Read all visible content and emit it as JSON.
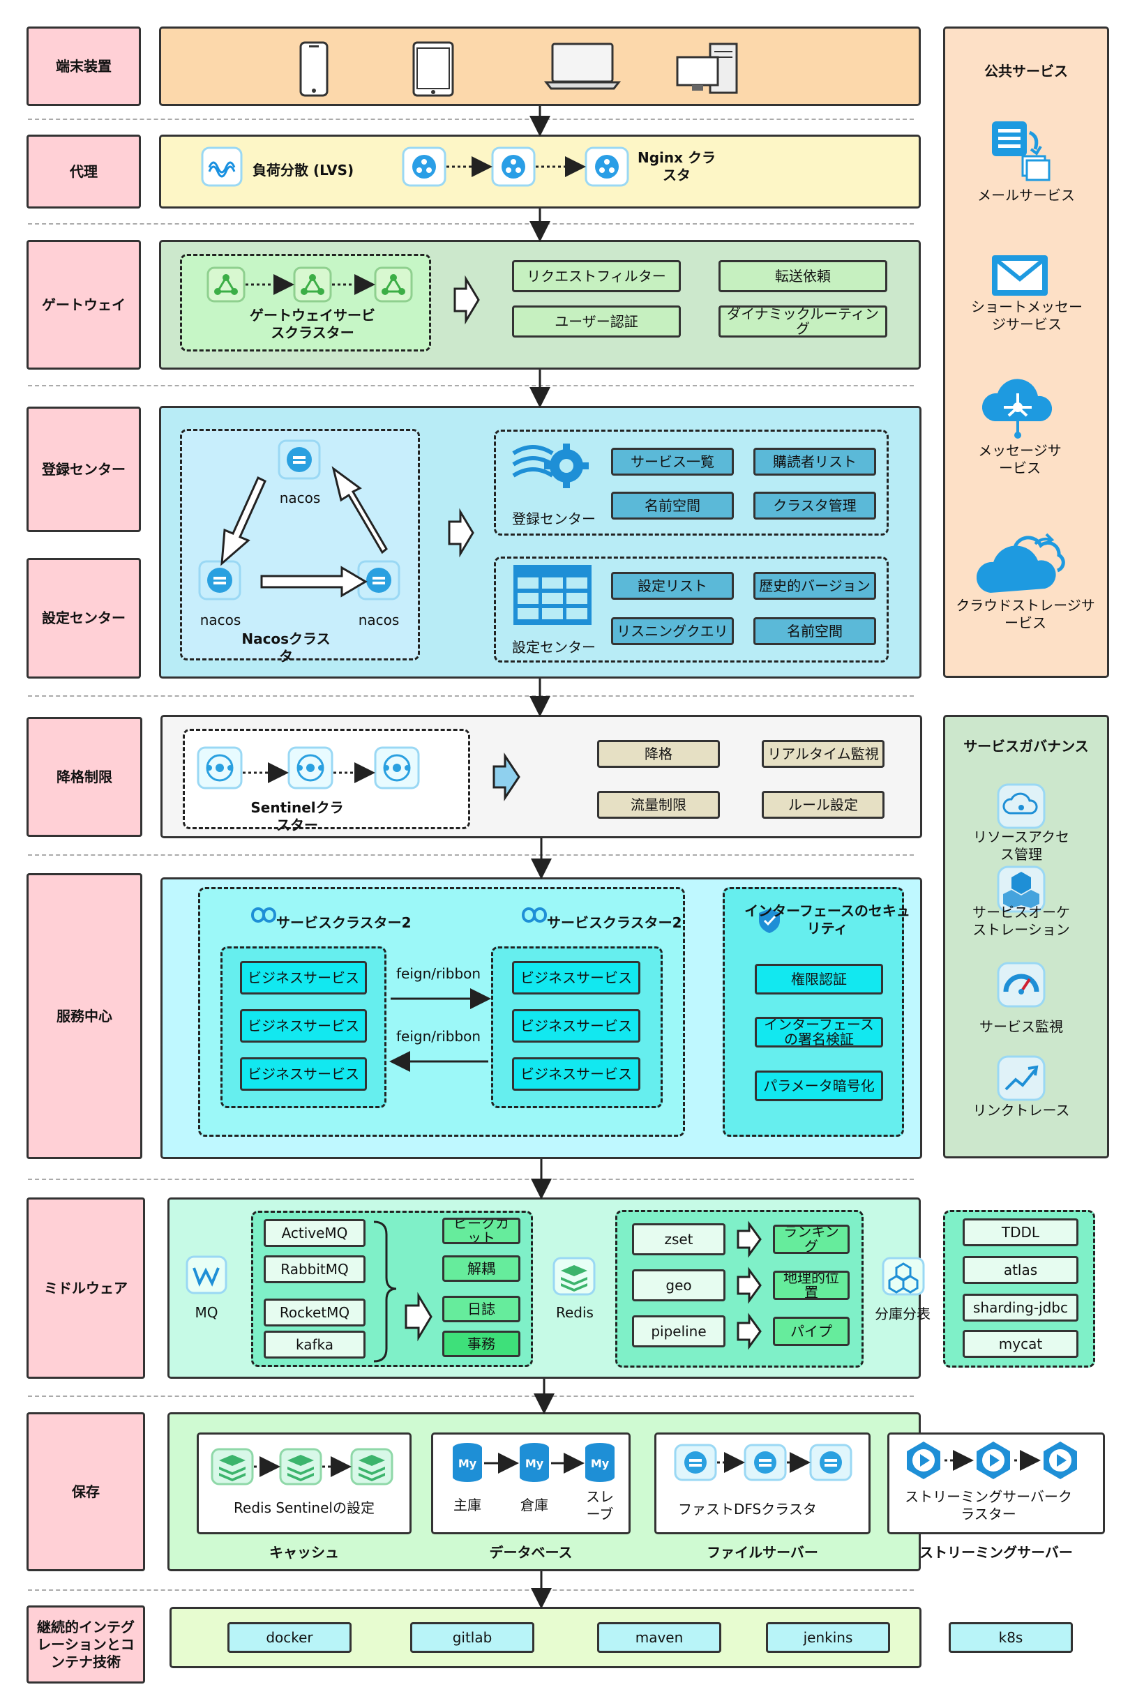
{
  "labels": {
    "terminal": "端末装置",
    "proxy": "代理",
    "gateway": "ゲートウェイ",
    "registry": "登録センター",
    "config": "設定センター",
    "degrade": "降格制限",
    "service": "服務中心",
    "middleware": "ミドルウェア",
    "storage": "保存",
    "ci": "継続的インテグレーションとコンテナ技術"
  },
  "proxy": {
    "lvs": "負荷分散 (LVS)",
    "nginx": "Nginx クラスタ"
  },
  "gateway": {
    "cluster": "ゲートウェイサービスクラスター",
    "features": [
      "リクエストフィルター",
      "転送依頼",
      "ユーザー認証",
      "ダイナミックルーティング"
    ]
  },
  "nacos": {
    "node": "nacos",
    "cluster": "Nacosクラスタ",
    "registry": {
      "title": "登録センター",
      "items": [
        "サービス一覧",
        "購読者リスト",
        "名前空間",
        "クラスタ管理"
      ]
    },
    "config": {
      "title": "設定センター",
      "items": [
        "設定リスト",
        "歴史的バージョン",
        "リスニングクエリ",
        "名前空間"
      ]
    }
  },
  "sentinel": {
    "cluster": "Sentinelクラスター",
    "items": [
      "降格",
      "リアルタイム監視",
      "流量制限",
      "ルール設定"
    ]
  },
  "service": {
    "cluster_left": "サービスクラスター2",
    "cluster_right": "サービスクラスター2",
    "biz": "ビジネスサービス",
    "call": "feign/ribbon",
    "security": {
      "title": "インターフェースのセキュリティ",
      "items": [
        "権限認証",
        "インターフェースの署名検証",
        "パラメータ暗号化"
      ]
    }
  },
  "middleware": {
    "mq": {
      "label": "MQ",
      "items": [
        "ActiveMQ",
        "RabbitMQ",
        "RocketMQ",
        "kafka"
      ],
      "uses": [
        "ピークカット",
        "解耦",
        "日誌",
        "事務"
      ]
    },
    "redis": {
      "label": "Redis",
      "items": [
        "zset",
        "geo",
        "pipeline"
      ],
      "uses": [
        "ランキング",
        "地理的位置",
        "パイプ"
      ]
    },
    "sharding": {
      "label": "分庫分表",
      "items": [
        "TDDL",
        "atlas",
        "sharding-jdbc",
        "mycat"
      ]
    }
  },
  "storage": {
    "cache": {
      "caption": "Redis Sentinelの設定",
      "title": "キャッシュ"
    },
    "database": {
      "master": "主庫",
      "warehouse": "倉庫",
      "slave": "スレーブ",
      "title": "データベース"
    },
    "file": {
      "caption": "ファストDFSクラスタ",
      "title": "ファイルサーバー"
    },
    "stream": {
      "caption": "ストリーミングサーバークラスター",
      "title": "ストリーミングサーバー"
    }
  },
  "ci": {
    "tools": [
      "docker",
      "gitlab",
      "maven",
      "jenkins",
      "k8s"
    ]
  },
  "public": {
    "title": "公共サービス",
    "items": [
      "メールサービス",
      "ショートメッセージサービス",
      "メッセージサービス",
      "クラウドストレージサービス"
    ]
  },
  "governance": {
    "title": "サービスガバナンス",
    "items": [
      "リソースアクセス管理",
      "サービスオーケストレーション",
      "サービス監視",
      "リンクトレース"
    ]
  },
  "colors": {
    "label": "#ffd0d6",
    "terminal": "#fcd8ab",
    "proxy": "#fdf6c6",
    "gateway": "#cce8cc",
    "nacos": "#b8ecf6",
    "sentinel": "#f5f5f5",
    "service": "#bff8ff",
    "middleware": "#c6fae6",
    "storage": "#cffad2",
    "ci": "#e7fcd0",
    "public": "#fde0c6",
    "governance": "#cce7cc"
  }
}
